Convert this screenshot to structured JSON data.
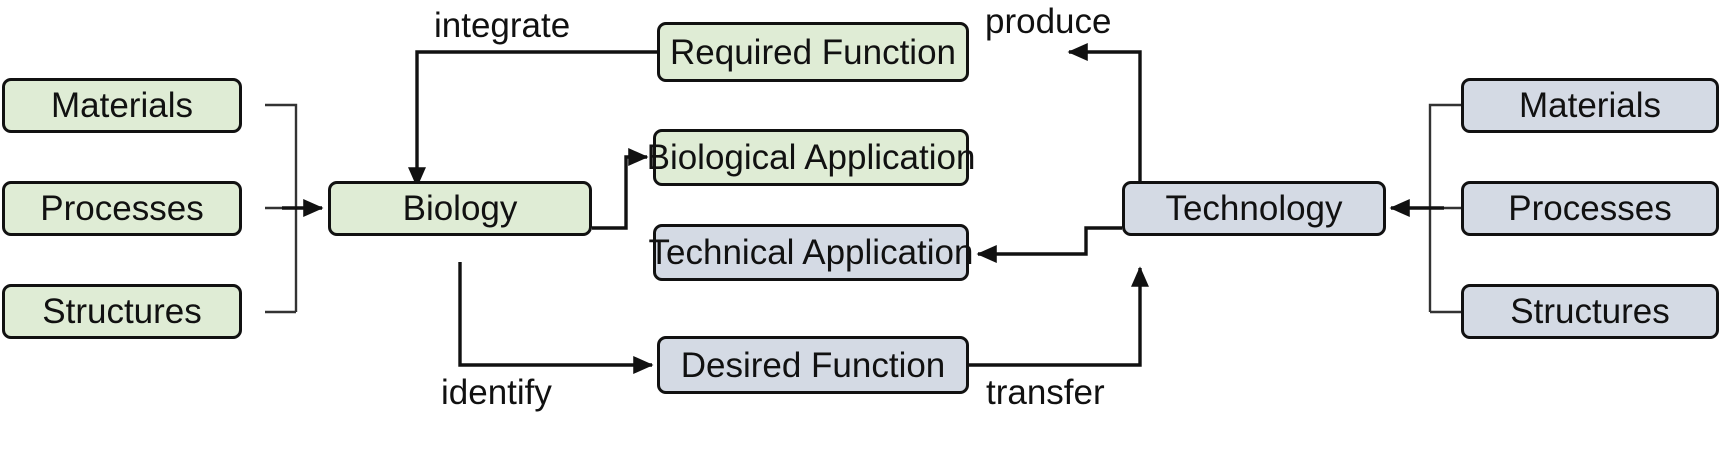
{
  "diagram": {
    "title": "Biomimetics transfer process diagram",
    "colors": {
      "biology_fill": "#dfecd5",
      "technology_fill": "#d4dae4",
      "stroke": "#111111",
      "connector": "#333333",
      "background": "#ffffff"
    },
    "left_column": {
      "domain": "biology",
      "items": [
        {
          "label": "Materials"
        },
        {
          "label": "Processes"
        },
        {
          "label": "Structures"
        }
      ]
    },
    "right_column": {
      "domain": "technology",
      "items": [
        {
          "label": "Materials"
        },
        {
          "label": "Processes"
        },
        {
          "label": "Structures"
        }
      ]
    },
    "hubs": {
      "biology": {
        "label": "Biology",
        "kind": "green"
      },
      "technology": {
        "label": "Technology",
        "kind": "blue"
      }
    },
    "center_nodes": [
      {
        "id": "required-function",
        "label": "Required Function",
        "kind": "green"
      },
      {
        "id": "biological-application",
        "label": "Biological Application",
        "kind": "green"
      },
      {
        "id": "technical-application",
        "label": "Technical Application",
        "kind": "blue"
      },
      {
        "id": "desired-function",
        "label": "Desired Function",
        "kind": "blue"
      }
    ],
    "edge_labels": [
      {
        "id": "integrate",
        "label": "integrate"
      },
      {
        "id": "produce",
        "label": "produce"
      },
      {
        "id": "identify",
        "label": "identify"
      },
      {
        "id": "transfer",
        "label": "transfer"
      }
    ]
  }
}
